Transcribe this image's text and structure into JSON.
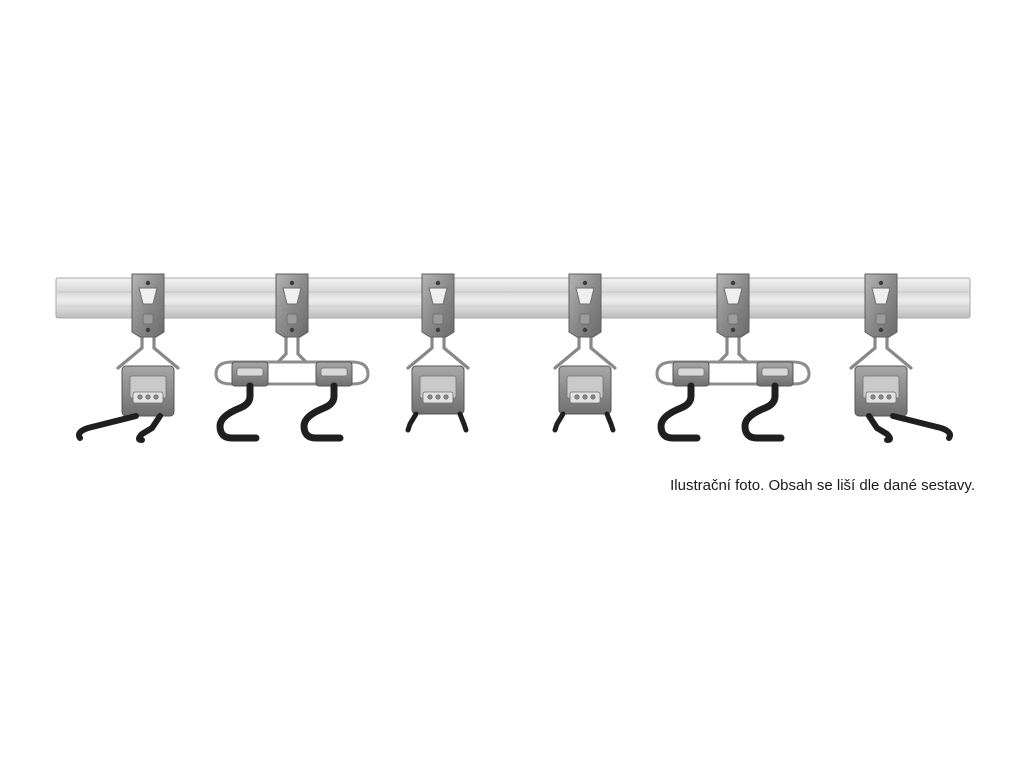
{
  "caption": "Ilustrační foto. Obsah se liší dle dané sestavy.",
  "product": {
    "hooks": [
      {
        "type": "angled-double"
      },
      {
        "type": "wide-s"
      },
      {
        "type": "straight-double"
      },
      {
        "type": "straight-double"
      },
      {
        "type": "wide-s"
      },
      {
        "type": "angled-double"
      }
    ]
  },
  "colors": {
    "rail": "#dcdcdc",
    "bracket": "#8f8f8f",
    "hook_coating": "#1f1f1f",
    "background": "#ffffff"
  }
}
